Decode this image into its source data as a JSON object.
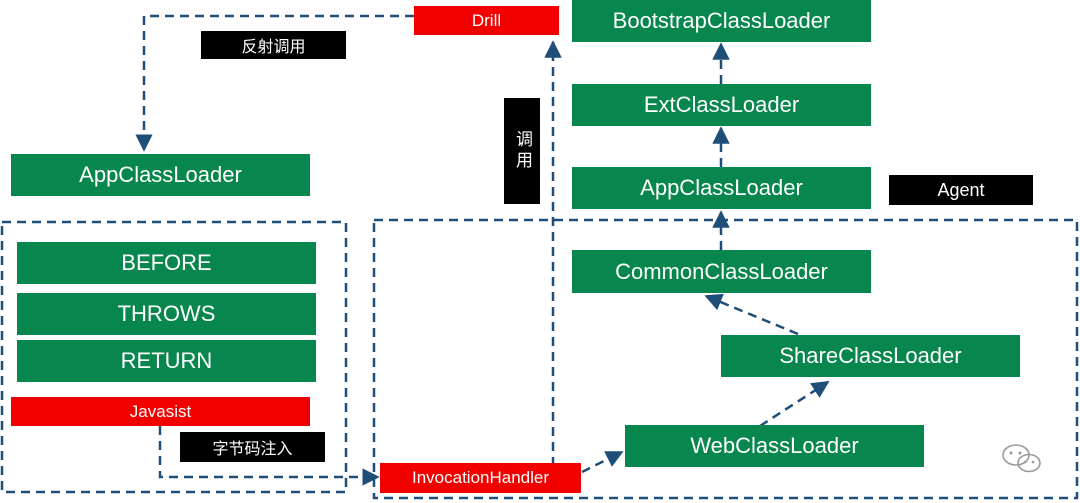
{
  "labels": {
    "drill": "Drill",
    "reflect_call": "反射调用",
    "bootstrap": "BootstrapClassLoader",
    "ext": "ExtClassLoader",
    "call": "调用",
    "app_left": "AppClassLoader",
    "app_right": "AppClassLoader",
    "agent": "Agent",
    "before": "BEFORE",
    "throws": "THROWS",
    "return": "RETURN",
    "common": "CommonClassLoader",
    "share": "ShareClassLoader",
    "javasist": "Javasist",
    "bytecode_inject": "字节码注入",
    "web": "WebClassLoader",
    "invocation": "InvocationHandler"
  },
  "colors": {
    "green": "#07874d",
    "red": "#f20000",
    "black": "#000000",
    "line": "#1f4e79"
  },
  "icons": {
    "watermark": "wechat-icon"
  }
}
